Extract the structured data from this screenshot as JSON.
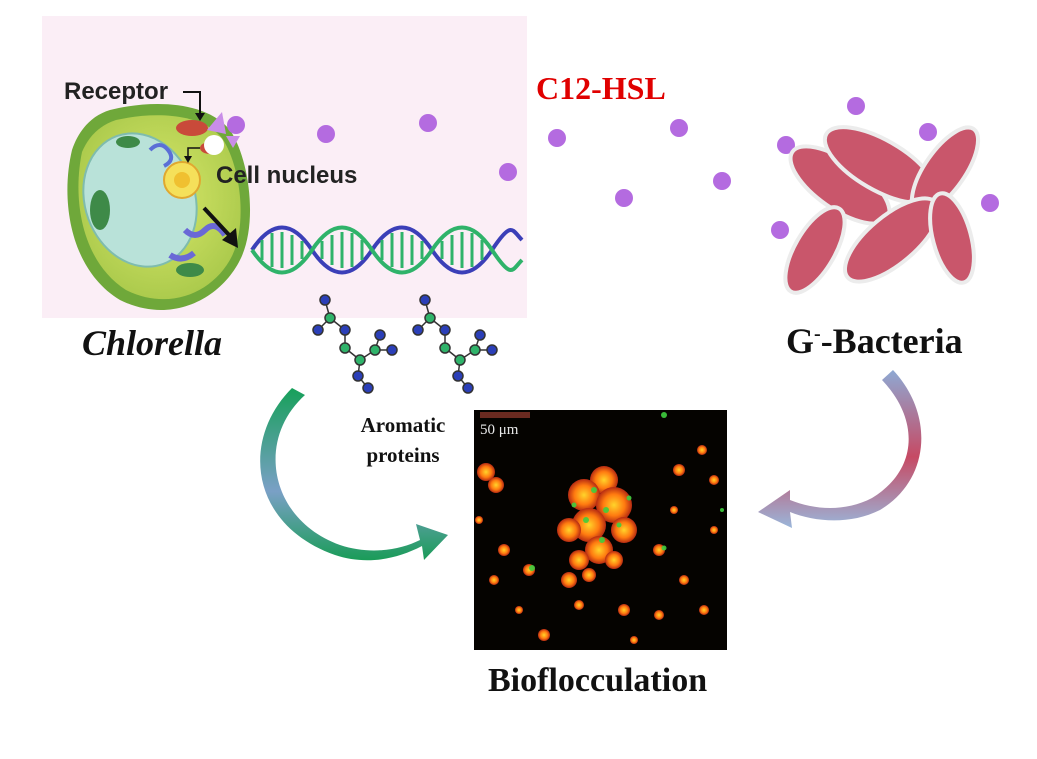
{
  "labels": {
    "signal": "C12-HSL",
    "receptor": "Receptor",
    "nucleus": "Cell nucleus",
    "chlorella": "Chlorella",
    "bacteria_prefix": "G",
    "bacteria_sup": "-",
    "bacteria_suffix": "-Bacteria",
    "aromatic_line1": "Aromatic",
    "aromatic_line2": "proteins",
    "bioflocculation": "Bioflocculation",
    "scale": "50 μm"
  },
  "colors": {
    "signal_text": "#e00000",
    "signal_molecule": "#b46be0",
    "bacteria": "#c9566b",
    "dna_blue": "#3b3fb8",
    "dna_green": "#2fb36a",
    "arrow_green": "#1f9a55",
    "arrow_red": "#c2506a",
    "arrow_blue": "#9bb5d6"
  },
  "icons": [
    "chlorella-cell-icon",
    "dna-helix-icon",
    "bacteria-icon",
    "cycle-arrow-icon",
    "molecule-icon"
  ]
}
